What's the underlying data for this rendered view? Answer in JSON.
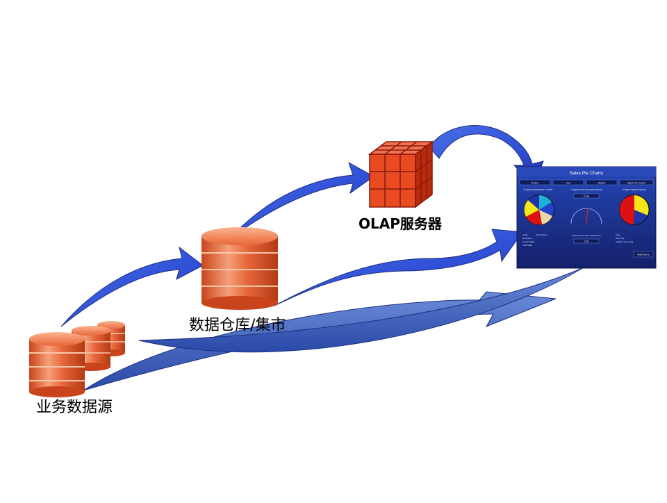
{
  "labels": {
    "source": "业务数据源",
    "warehouse": "数据仓库/集市",
    "olap": "OLAP服务器"
  },
  "dashboard": {
    "title": "Sales Pie Charts",
    "tabs": [
      "Orders",
      "Year",
      "Market",
      "Sales Pie Charts"
    ],
    "panel_left_title": "% age product group to profit",
    "panel_mid_title": "% age product by product group",
    "panel_right_title": "% age of product group",
    "mid_dropdown_1": "Colas",
    "mid_dropdown_2": "Cola",
    "gauge_title": "Sales performance indicator for",
    "left_legend": [
      "Colas",
      "Root Beer",
      "Cream Soda",
      "Fruit Soda"
    ],
    "left_legend_extra": "Root Drinks",
    "right_legend": [
      "Cola",
      "Diet Cola",
      "Caffeine Free Cola"
    ],
    "button": "Main Menu",
    "colors": {
      "panel": "#1c2f8c",
      "panel_dark": "#14206a",
      "header": "#2a49b8"
    }
  },
  "colors": {
    "arrow": "#3355dd",
    "arrow_dark": "#1a2fa0",
    "db": "#e8663a",
    "db_light": "#f5a07a",
    "cube": "#dd3a1a"
  }
}
